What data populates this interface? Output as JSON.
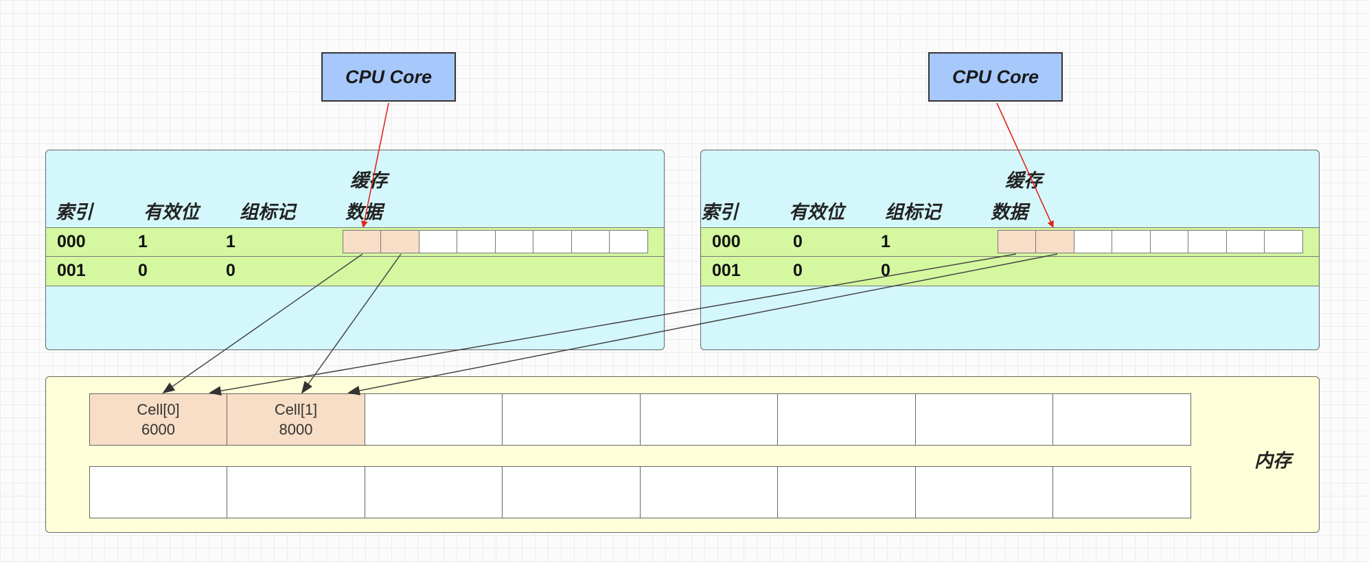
{
  "cpu_cores": [
    {
      "label": "CPU Core"
    },
    {
      "label": "CPU Core"
    }
  ],
  "caches": [
    {
      "title": "缓存",
      "headers": {
        "index": "索引",
        "valid": "有效位",
        "tag": "组标记",
        "data": "数据"
      },
      "rows": [
        {
          "index": "000",
          "valid": "1",
          "tag": "1",
          "filled_slots": 2,
          "total_slots": 8
        },
        {
          "index": "001",
          "valid": "0",
          "tag": "0"
        }
      ]
    },
    {
      "title": "缓存",
      "headers": {
        "index": "索引",
        "valid": "有效位",
        "tag": "组标记",
        "data": "数据"
      },
      "rows": [
        {
          "index": "000",
          "valid": "0",
          "tag": "1",
          "filled_slots": 2,
          "total_slots": 8
        },
        {
          "index": "001",
          "valid": "0",
          "tag": "0"
        }
      ]
    }
  ],
  "memory": {
    "label": "内存",
    "cells": [
      {
        "name": "Cell[0]",
        "value": "6000"
      },
      {
        "name": "Cell[1]",
        "value": "8000"
      }
    ],
    "columns": 8,
    "rows": 2
  },
  "colors": {
    "cpu_fill": "#a6c8fb",
    "cache_fill": "#d4f7fb",
    "cache_row_fill": "#d4f7a0",
    "slot_filled": "#f8dec6",
    "memory_fill": "#fefed8",
    "cpu_arrow": "#e0241b",
    "mem_arrow": "#444444"
  }
}
